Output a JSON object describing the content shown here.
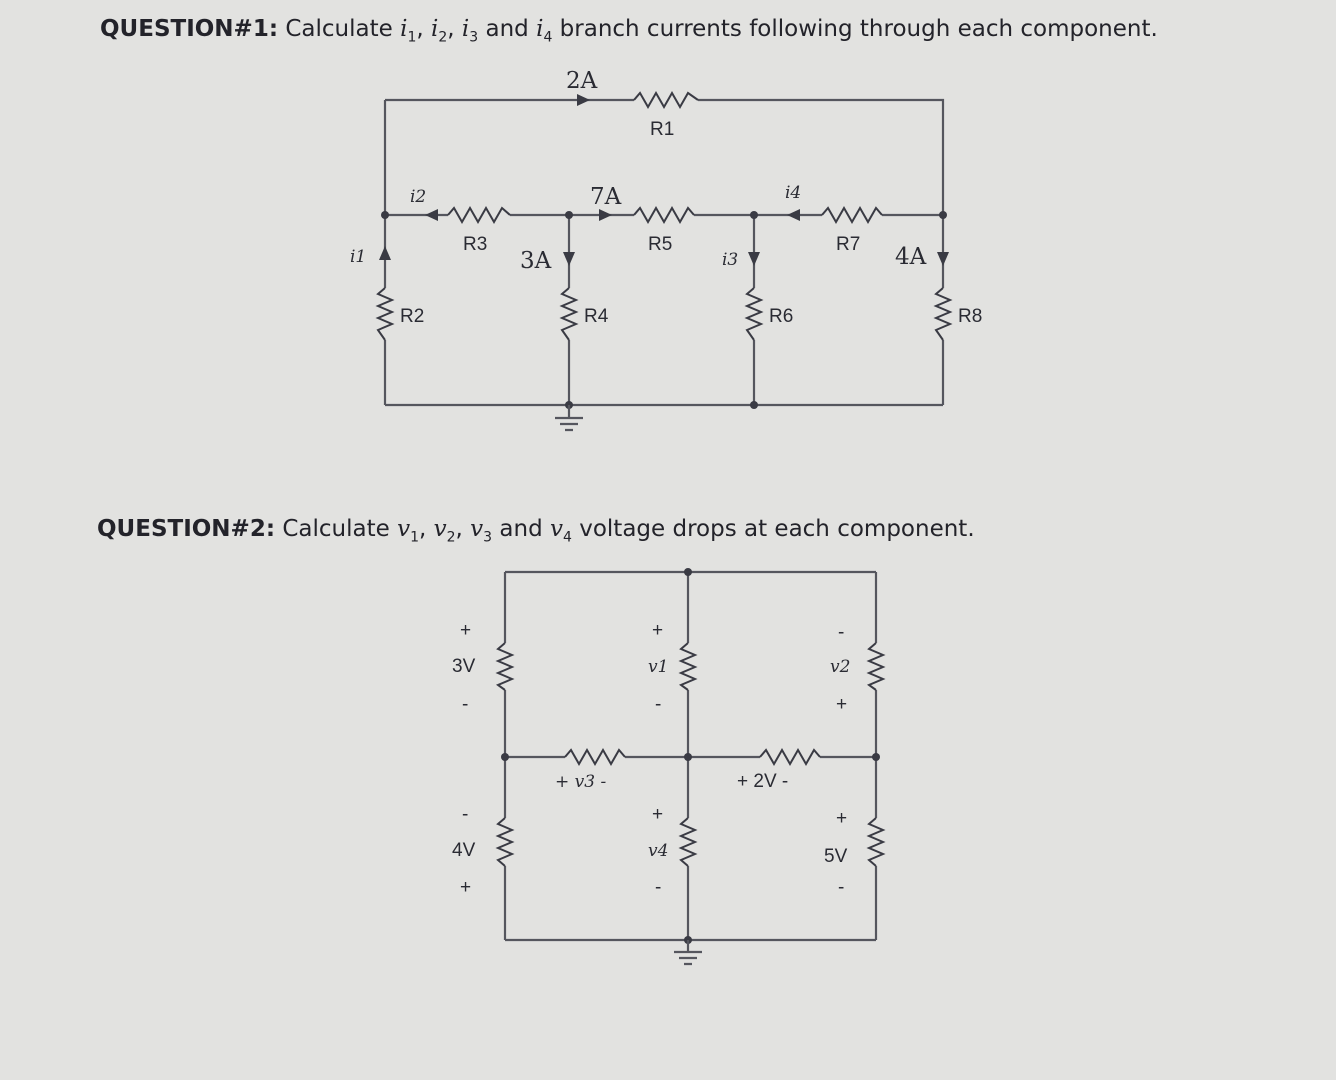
{
  "q1": {
    "prefix": "QUESTION#1:",
    "t1": " Calculate ",
    "v1": "i",
    "s1": "1",
    "c1": ", ",
    "v2": "i",
    "s2": "2",
    "c2": ", ",
    "v3": "i",
    "s3": "3",
    "c3": " and ",
    "v4": "i",
    "s4": "4",
    "tail": " branch currents following through each component."
  },
  "q2": {
    "prefix": "QUESTION#2:",
    "t1": " Calculate ",
    "v1": "v",
    "s1": "1",
    "c1": ", ",
    "v2": "v",
    "s2": "2",
    "c2": ", ",
    "v3": "v",
    "s3": "3",
    "c3": " and ",
    "v4": "v",
    "s4": "4",
    "tail": " voltage drops at each component."
  },
  "circuit1": {
    "r1": "R1",
    "r2": "R2",
    "r3": "R3",
    "r4": "R4",
    "r5": "R5",
    "r6": "R6",
    "r7": "R7",
    "r8": "R8",
    "cur_2a": "2A",
    "cur_7a": "7A",
    "cur_3a": "3A",
    "cur_4a": "4A",
    "i1": "i1",
    "i2": "i2",
    "i3": "i3",
    "i4": "i4"
  },
  "circuit2": {
    "plus": "+",
    "minus": "-",
    "v_3v": "3V",
    "v_4v": "4V",
    "v_5v": "5V",
    "v1": "v1",
    "v2": "v2",
    "v4": "v4",
    "v3_drop": "+ v3 -",
    "v2v_drop": "+ 2V -"
  }
}
